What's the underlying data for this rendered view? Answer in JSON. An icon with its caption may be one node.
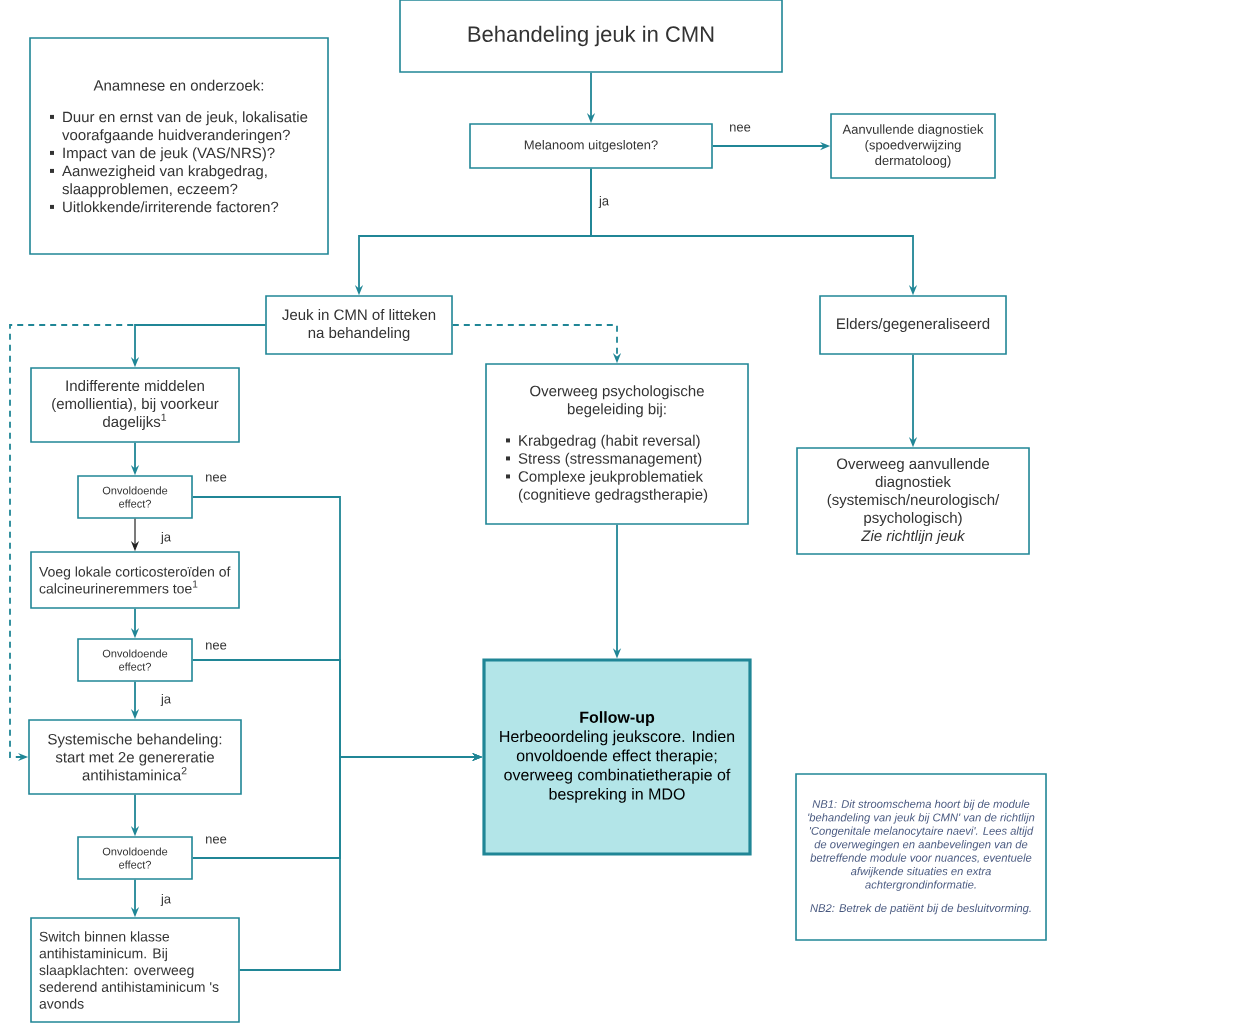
{
  "diagram": {
    "nodes": [
      {
        "text": [
          "Behandeling jeuk in CMN"
        ]
      },
      {
        "text": [
          "Anamnese en onderzoek:",
          "Duur en ernst van de jeuk, lokalisatie voorafgaande huidveranderingen?",
          "Impact van de jeuk (VAS/NRS)?",
          "Aanwezigheid van krabgedrag, slaapproblemen, eczeem?",
          "Uitlokkende/irriterende factoren?"
        ]
      },
      {
        "text": [
          "Melanoom uitgesloten?"
        ]
      },
      {
        "text": [
          "Aanvullende diagnostiek (spoedverwijzing dermatoloog)"
        ]
      },
      {
        "text": [
          "Jeuk in CMN of litteken na behandeling"
        ]
      },
      {
        "text": [
          "Elders/gegeneraliseerd"
        ]
      },
      {
        "text": [
          "Indifferente middelen (emollientia), bij voorkeur dagelijks$^{1}$"
        ]
      },
      {
        "text": [
          "Overweeg psychologische begeleiding bij:",
          "Krabgedrag (habit reversal)",
          "Stress (stressmanagement)",
          "Complexe jeukproblematiek (cognitieve gedragstherapie)"
        ]
      },
      {
        "text": [
          "Onvoldoende effect?"
        ]
      },
      {
        "text": [
          "Voeg lokale corticosteroïden of calcineurineremmers toe$^{1}$"
        ]
      },
      {
        "text": [
          "Onvoldoende effect?"
        ]
      },
      {
        "text": [
          "Overweeg aanvullende diagnostiek (systemisch/neurologisch/ psychologisch)",
          "Zie richtlijn jeuk"
        ]
      },
      {
        "text": [
          "Follow-up",
          "Herbeoordeling jeukscore. Indien onvoldoende effect therapie; overweeg combinatietherapie of bespreking in MDO"
        ]
      },
      {
        "text": [
          "Systemische behandeling: start met 2e genereratie antihistaminica$^{2}$"
        ]
      },
      {
        "text": [
          "Onvoldoende effect?"
        ]
      },
      {
        "text": [
          "Switch binnen klasse antihistaminicum. Bij slaapklachten: overweeg sederend antihistaminicum 's avonds"
        ]
      },
      {
        "text": [
          "NB1: Dit stroomschema hoort bij de module 'behandeling van jeuk bij CMN' van de richtlijn 'Congenitale melanocytaire naevi'. Lees altijd de overwegingen en aanbevelingen van de betreffende module voor nuances, eventuele afwijkende situaties en extra achtergrondinformatie.",
          "NB2: Betrek de patiënt bij de besluitvorming."
        ]
      }
    ],
    "edges": [
      {
        "from": 0,
        "to": 2,
        "arrow": "to"
      },
      {
        "from": 2,
        "to": 3,
        "arrow": "to",
        "label": "nee"
      },
      {
        "from": 2,
        "to": 4,
        "arrow": "to",
        "label": "ja"
      },
      {
        "from": 2,
        "to": 5,
        "arrow": "to"
      },
      {
        "from": 4,
        "to": 6,
        "arrow": "to"
      },
      {
        "from": 4,
        "to": 7,
        "arrow": "to",
        "style": "dashed"
      },
      {
        "from": 4,
        "to": 13,
        "arrow": "to",
        "style": "dashed"
      },
      {
        "from": 5,
        "to": 11,
        "arrow": "to"
      },
      {
        "from": 7,
        "to": 12,
        "arrow": "to"
      },
      {
        "from": 6,
        "to": 8,
        "arrow": "to"
      },
      {
        "from": 8,
        "to": 9,
        "arrow": "to",
        "label": "ja",
        "color": "#222222"
      },
      {
        "from": 8,
        "to": 12,
        "arrow": "to",
        "label": "nee"
      },
      {
        "from": 9,
        "to": 10,
        "arrow": "to"
      },
      {
        "from": 10,
        "to": 13,
        "arrow": "to",
        "label": "ja"
      },
      {
        "from": 10,
        "to": 12,
        "arrow": "to",
        "label": "nee"
      },
      {
        "from": 13,
        "to": 14,
        "arrow": "to"
      },
      {
        "from": 14,
        "to": 15,
        "arrow": "to",
        "label": "ja"
      },
      {
        "from": 14,
        "to": 12,
        "arrow": "to",
        "label": "nee"
      },
      {
        "from": 15,
        "to": 12,
        "arrow": "to"
      }
    ]
  }
}
